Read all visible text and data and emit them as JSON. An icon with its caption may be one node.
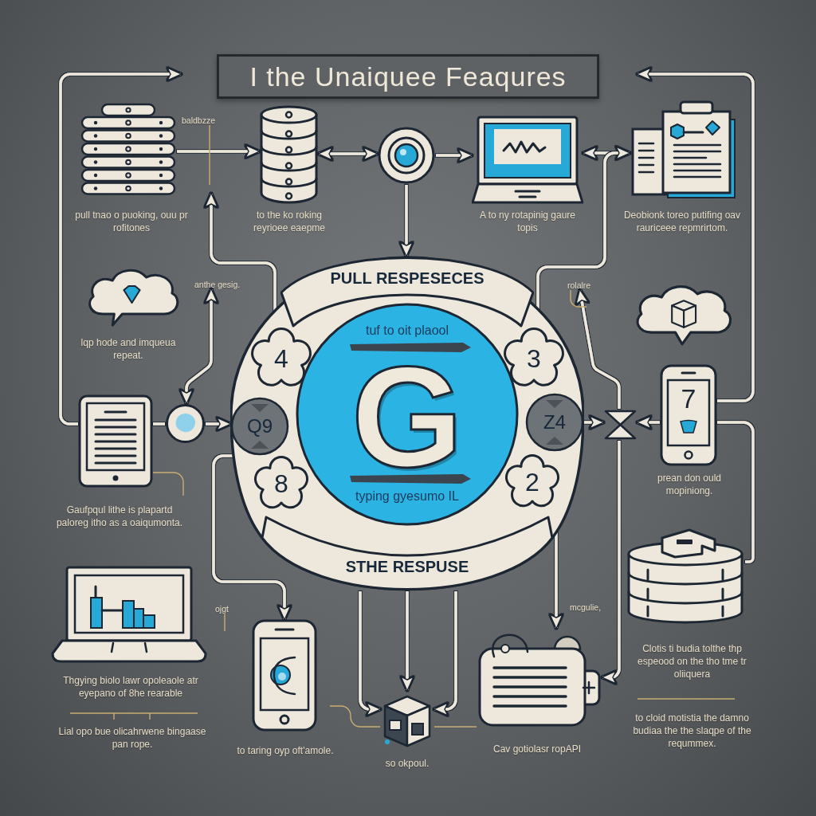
{
  "diagram": {
    "title": "I the Unaiquee Feaqures",
    "nodes": [
      {
        "text": [],
        "shape": "picture",
        "beside": [
          "pull tnao o puoking, ouu pr rofitones"
        ]
      },
      {
        "text": [
          "baldbzze"
        ]
      },
      {
        "text": [],
        "shape": "cylinder",
        "beside": [
          "to the ko roking reyrioee eaepme"
        ]
      },
      {
        "text": [],
        "shape": "circle"
      },
      {
        "text": [],
        "shape": "picture",
        "beside": [
          "A to ny rotapinig gaure topis"
        ]
      },
      {
        "text": [],
        "shape": "picture",
        "beside": [
          "Deobionk toreo putifing oav rauriceee repmrirtom."
        ]
      },
      {
        "text": [],
        "shape": "cloud",
        "beside": [
          "lqp hode and imqueua repeat."
        ]
      },
      {
        "text": [
          "anthe gesig."
        ]
      },
      {
        "text": [
          "tuf to oit plaool",
          "G",
          "typing gyesumo IL"
        ]
      },
      {
        "text": [
          "PULL RESPESECES"
        ],
        "in": 8
      },
      {
        "text": [
          "4"
        ],
        "in": 8
      },
      {
        "text": [
          "Q9"
        ],
        "in": 8
      },
      {
        "text": [
          "8"
        ],
        "in": 8
      },
      {
        "text": [
          "3"
        ],
        "in": 8
      },
      {
        "text": [
          "Z4"
        ],
        "in": 8
      },
      {
        "text": [
          "2"
        ],
        "in": 8
      },
      {
        "text": [
          "STHE RESPUSE"
        ],
        "in": 8
      },
      {
        "text": [
          "rolalre"
        ]
      },
      {
        "text": [],
        "shape": "cloud"
      },
      {
        "text": [],
        "shape": "picture",
        "beside": [
          "Gaufpqul lithe is plapartd paloreg itho as a oaiqumonta."
        ]
      },
      {
        "text": [],
        "shape": "circle"
      },
      {
        "text": [],
        "shape": "bowtie"
      },
      {
        "text": [
          "7"
        ],
        "beside": [
          "prean don ould mopiniong."
        ]
      },
      {
        "text": [],
        "shape": "cylinder",
        "beside": [
          "Clotis ti budia tolthe thp espeood on the tho tme tr oliiquera",
          "to cloid motistia the damno budiaa the the slaqpe of the reqummex."
        ]
      },
      {
        "text": [],
        "shape": "picture",
        "beside": [
          "Thgying biolo lawr opoleaole atr eyepano of 8he rearable",
          "Lial opo bue olicahrwene bingaase pan rope."
        ]
      },
      {
        "text": [
          "ojgt"
        ]
      },
      {
        "text": [],
        "shape": "picture",
        "beside": [
          "to taring oyp oft'amole."
        ]
      },
      {
        "text": [],
        "shape": "picture",
        "beside": [
          "so okpoul."
        ]
      },
      {
        "text": [],
        "shape": "picture",
        "beside": [
          "Cav gotiolasr ropAPI"
        ]
      }
    ],
    "edges": [
      {
        "from": 19,
        "to": null,
        "arrow": "to"
      },
      {
        "from": 22,
        "to": null,
        "arrow": "to"
      },
      {
        "from": 0,
        "to": 2,
        "arrow": "to"
      },
      {
        "from": 2,
        "to": 3,
        "arrow": "both"
      },
      {
        "from": 3,
        "to": 4,
        "arrow": "to"
      },
      {
        "from": 4,
        "to": 5,
        "arrow": "both"
      },
      {
        "from": 8,
        "to": 5,
        "arrow": "to"
      },
      {
        "from": 3,
        "to": 9,
        "arrow": "to"
      },
      {
        "from": 8,
        "to": null,
        "arrow": "to"
      },
      {
        "from": 20,
        "to": 7,
        "arrow": "both"
      },
      {
        "from": 19,
        "to": 20,
        "arrow": "none"
      },
      {
        "from": 20,
        "to": 11,
        "arrow": "to"
      },
      {
        "from": 8,
        "to": 26,
        "arrow": "to"
      },
      {
        "from": 16,
        "to": 27,
        "arrow": "to"
      },
      {
        "from": 16,
        "to": 27,
        "arrow": "to"
      },
      {
        "from": 16,
        "to": 27,
        "arrow": "to"
      },
      {
        "from": 8,
        "to": 28,
        "arrow": "to"
      },
      {
        "from": 14,
        "to": 21,
        "arrow": "to"
      },
      {
        "from": 22,
        "to": 21,
        "arrow": "to"
      },
      {
        "from": 21,
        "to": 17,
        "arrow": "to"
      },
      {
        "from": 21,
        "to": 28,
        "arrow": "to"
      },
      {
        "from": 22,
        "to": 23,
        "arrow": "none"
      },
      {
        "from": 1,
        "to": null,
        "arrow": "none",
        "color": "#c9ad72"
      },
      {
        "from": 17,
        "to": null,
        "arrow": "none",
        "color": "#c9ad72"
      },
      {
        "from": 25,
        "to": null,
        "arrow": "none",
        "color": "#c9ad72"
      },
      {
        "from": 27,
        "to": 28,
        "arrow": "none",
        "color": "#c9ad72"
      },
      {
        "from": 19,
        "to": null,
        "arrow": "none",
        "color": "#c9ad72"
      },
      {
        "from": null,
        "to": 27,
        "arrow": "none",
        "color": "#c9ad72"
      }
    ],
    "labels": [
      "mcgulie,"
    ]
  }
}
